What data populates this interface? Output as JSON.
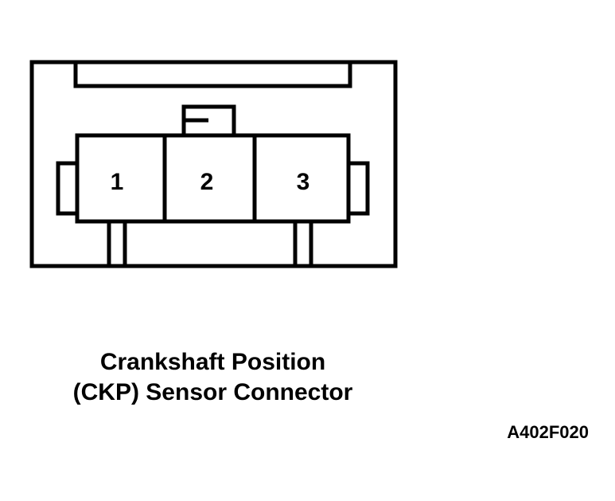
{
  "diagram": {
    "pins": [
      {
        "label": "1"
      },
      {
        "label": "2"
      },
      {
        "label": "3"
      }
    ],
    "caption": {
      "line1": "Crankshaft Position",
      "line2": "(CKP) Sensor Connector"
    },
    "figure_code": "A402F020"
  },
  "colors": {
    "stroke": "#000000",
    "background": "#ffffff"
  }
}
